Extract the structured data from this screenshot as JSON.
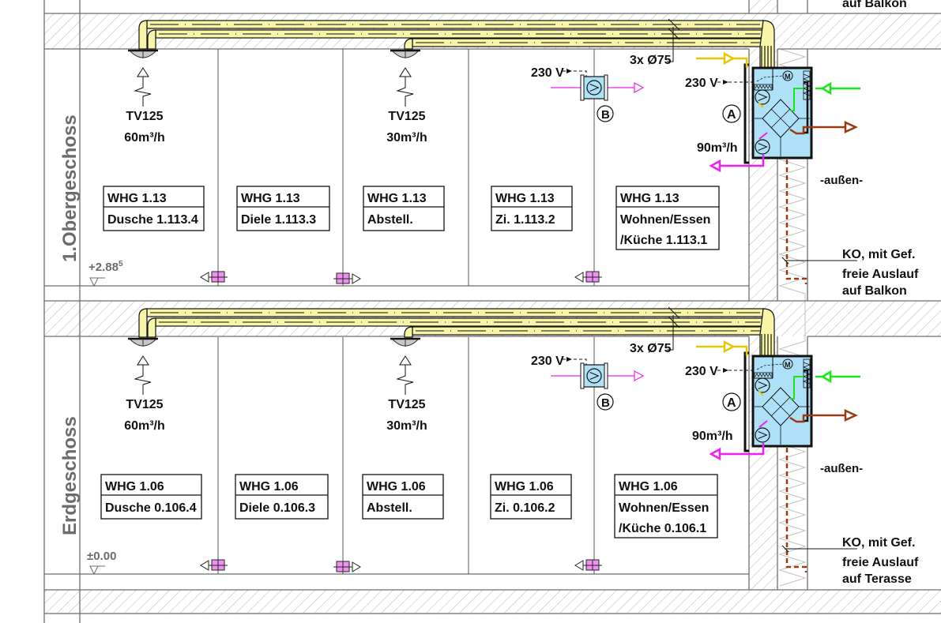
{
  "drawing": {
    "colors": {
      "duct_fill": "#f8f4a8",
      "unit_fill": "#aee0f8",
      "supply_air": "#e6c800",
      "outdoor_air": "#19e619",
      "exhaust_out": "#9a3a10",
      "extract_air": "#f01ef0",
      "transfer_grille": "#f090f0",
      "condensate": "#9a3a10"
    },
    "floors": [
      {
        "name": "1.Obergeschoss",
        "level_label": "+2.88",
        "level_sup": "5",
        "duct_label": "3x Ø75",
        "unit_a": {
          "tag": "A",
          "voltage": "230 V",
          "flow": "90m³/h"
        },
        "unit_b": {
          "tag": "B",
          "voltage": "230 V"
        },
        "outside_label": "-außen-",
        "condensate_note": [
          "KO, mit Gef.",
          "freie Auslauf",
          "auf Balkon"
        ],
        "diffusers": [
          {
            "type": "TV125",
            "flow": "60m³/h"
          },
          {
            "type": "TV125",
            "flow": "30m³/h"
          }
        ],
        "rooms": [
          {
            "unit": "WHG 1.13",
            "name": "Dusche  1.113.4"
          },
          {
            "unit": "WHG 1.13",
            "name": "Diele  1.113.3"
          },
          {
            "unit": "WHG 1.13",
            "name": "Abstell."
          },
          {
            "unit": "WHG 1.13",
            "name": "Zi.  1.113.2"
          },
          {
            "unit": "WHG 1.13",
            "name": "Wohnen/Essen",
            "name2": "/Küche  1.113.1"
          }
        ]
      },
      {
        "name": "Erdgeschoss",
        "level_label": "±0.00",
        "level_sup": "",
        "duct_label": "3x Ø75",
        "unit_a": {
          "tag": "A",
          "voltage": "230 V",
          "flow": "90m³/h"
        },
        "unit_b": {
          "tag": "B",
          "voltage": "230 V"
        },
        "outside_label": "-außen-",
        "condensate_note": [
          "KO, mit Gef.",
          "freie Auslauf",
          "auf Terasse"
        ],
        "diffusers": [
          {
            "type": "TV125",
            "flow": "60m³/h"
          },
          {
            "type": "TV125",
            "flow": "30m³/h"
          }
        ],
        "rooms": [
          {
            "unit": "WHG 1.06",
            "name": "Dusche  0.106.4"
          },
          {
            "unit": "WHG 1.06",
            "name": "Diele  0.106.3"
          },
          {
            "unit": "WHG 1.06",
            "name": "Abstell."
          },
          {
            "unit": "WHG 1.06",
            "name": "Zi.  0.106.2"
          },
          {
            "unit": "WHG 1.06",
            "name": "Wohnen/Essen",
            "name2": "/Küche  0.106.1"
          }
        ]
      }
    ],
    "top_cut_note": "auf Balkon"
  }
}
